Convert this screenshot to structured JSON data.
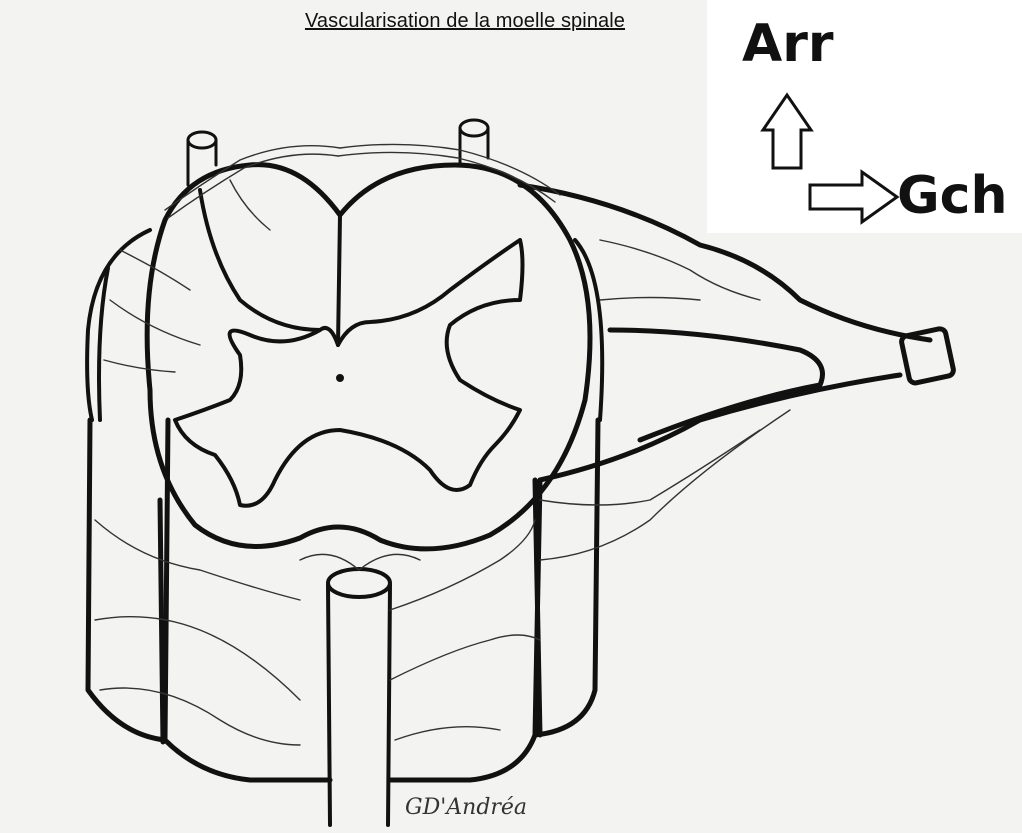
{
  "diagram": {
    "title": "Vascularisation de la moelle spinale",
    "orientation": {
      "up_label": "Arr",
      "right_label": "Gch",
      "up_icon": "arrow-up-icon",
      "right_icon": "arrow-right-icon"
    },
    "signature": "GD'Andréa",
    "colors": {
      "background": "#f3f3f2",
      "ink": "#111111",
      "panel": "#ffffff"
    }
  }
}
